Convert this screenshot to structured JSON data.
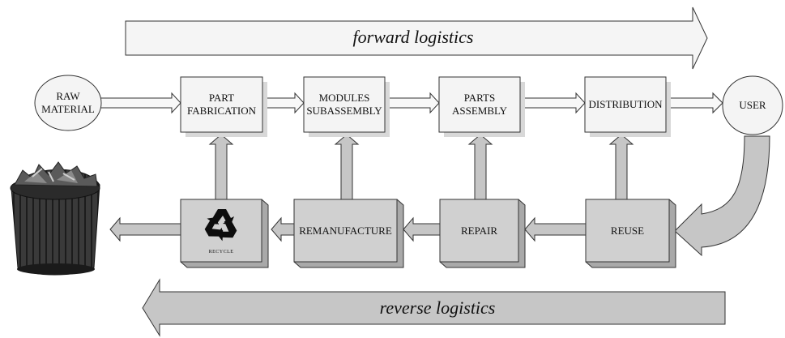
{
  "banners": {
    "forward": "forward logistics",
    "reverse": "reverse logistics"
  },
  "nodes": {
    "raw_material": "RAW\nMATERIAL",
    "user": "USER",
    "part_fabrication": "PART\nFABRICATION",
    "modules_subassembly": "MODULES\nSUBASSEMBLY",
    "parts_assembly": "PARTS\nASSEMBLY",
    "distribution": "DISTRIBUTION",
    "recycle": "RECYCLE",
    "remanufacture": "REMANUFACTURE",
    "repair": "REPAIR",
    "reuse": "REUSE"
  },
  "icons": {
    "recycle_symbol": "recycle-icon",
    "waste_bin": "trash-bin-icon"
  },
  "colors": {
    "forward_box_fill": "#f4f4f4",
    "reverse_box_fill": "#cfcfcf",
    "reverse_arrow_fill": "#c6c6c6",
    "outline": "#333333"
  }
}
